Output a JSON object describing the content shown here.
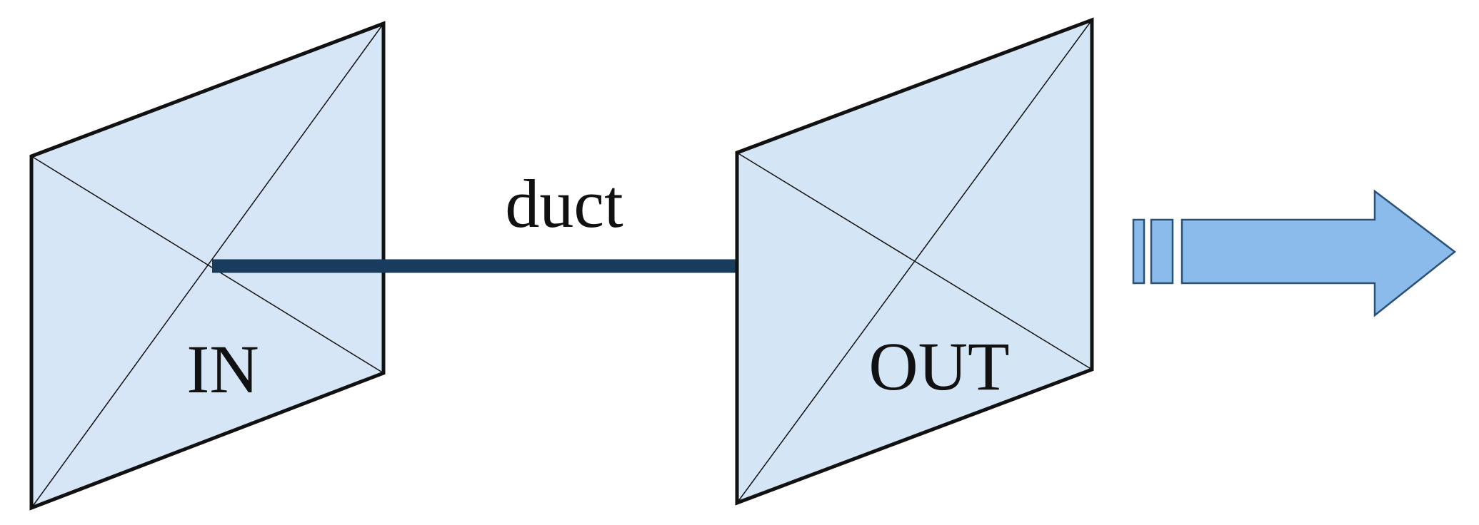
{
  "labels": {
    "duct": "duct",
    "inlet": "IN",
    "outlet": "OUT"
  },
  "colors": {
    "inlet_fill": "#d6e6f7",
    "outlet_fill": "#c4dcf3",
    "outline": "#111111",
    "duct": "#1a3c5c",
    "duct_overlap": "#4f78a3",
    "arrow_fill": "#8bbbea",
    "arrow_stroke": "#2c4f74"
  },
  "icons": {
    "flow_arrow": "right-arrow-icon"
  }
}
